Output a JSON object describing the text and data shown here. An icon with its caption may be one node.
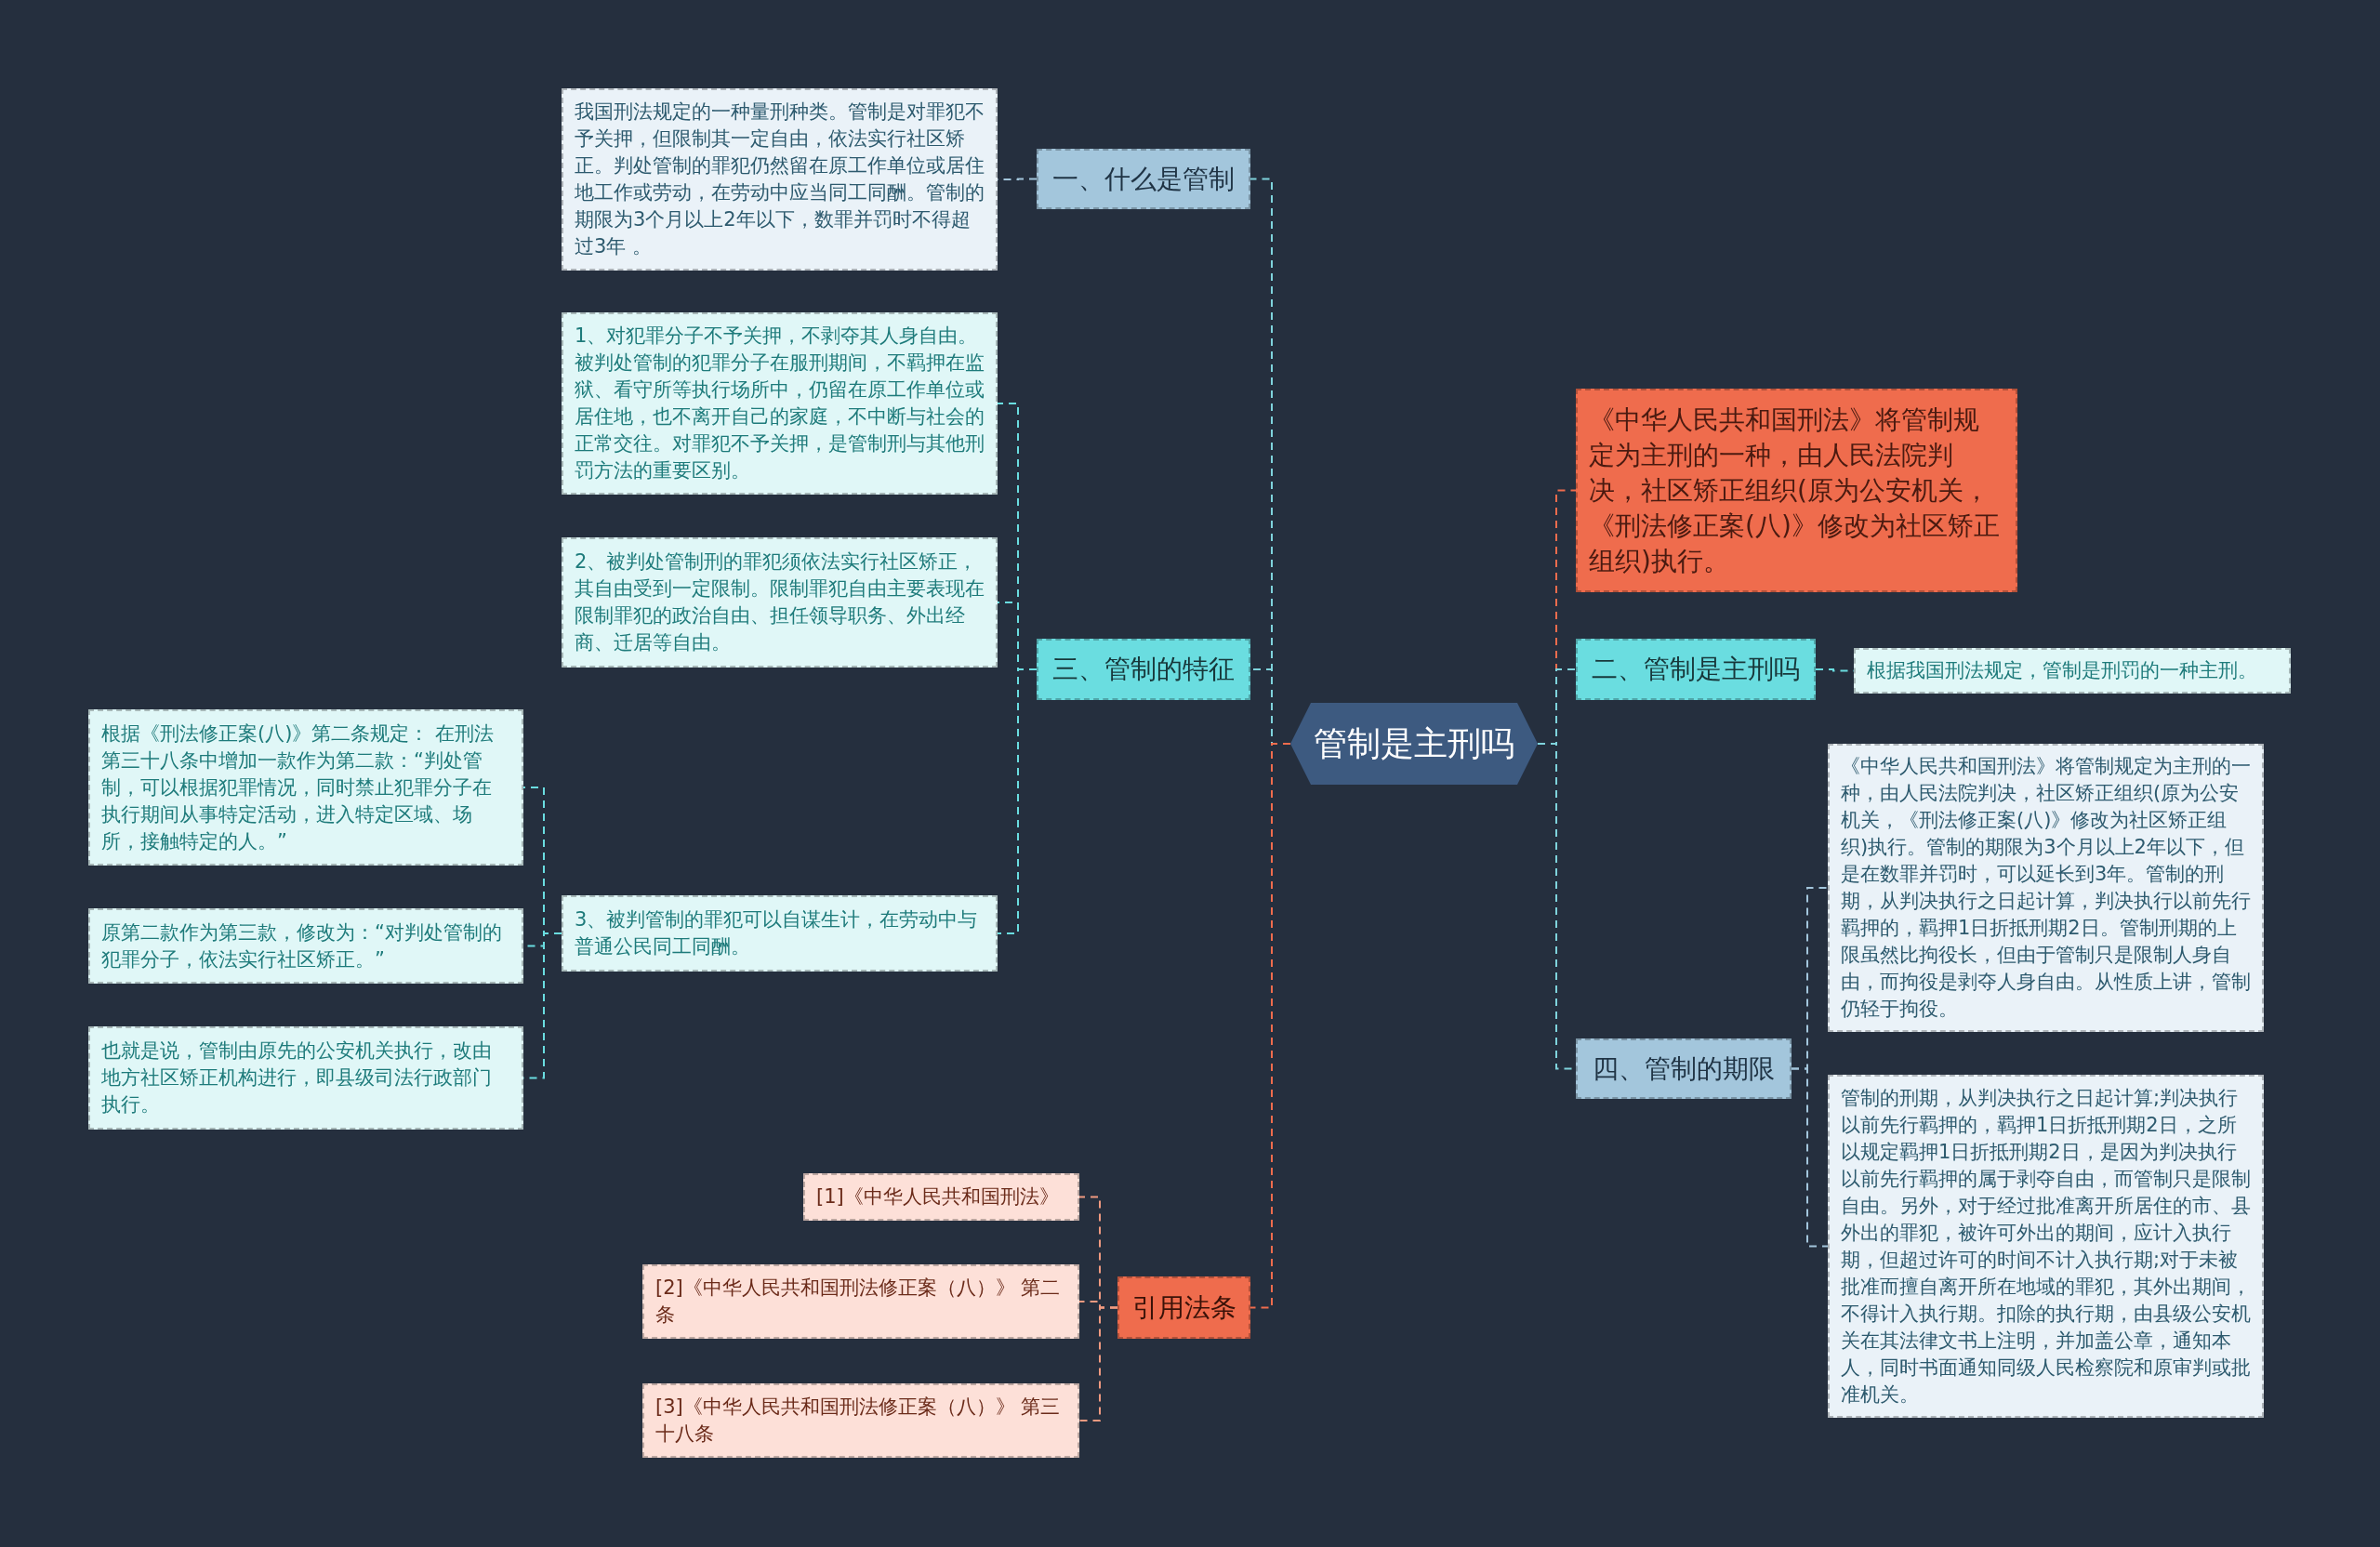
{
  "diagram": {
    "nodes": [
      {
        "text": [
          "管制是主刑吗"
        ]
      },
      {
        "text": [
          "一、什么是管制"
        ]
      },
      {
        "text": [
          "我国刑法规定的一种量刑种类。管制是对罪犯不予关押，但限制其一定自由，依法实行社区矫正。判处管制的罪犯仍然留在原工作单位或居住地工作或劳动，在劳动中应当同工同酬。管制的期限为3个月以上2年以下，数罪并罚时不得超过3年 。"
        ]
      },
      {
        "text": [
          "三、管制的特征"
        ]
      },
      {
        "text": [
          "1、对犯罪分子不予关押，不剥夺其人身自由。被判处管制的犯罪分子在服刑期间，不羁押在监狱、看守所等执行场所中，仍留在原工作单位或居住地，也不离开自己的家庭，不中断与社会的正常交往。对罪犯不予关押，是管制刑与其他刑罚方法的重要区别。"
        ]
      },
      {
        "text": [
          "2、被判处管制刑的罪犯须依法实行社区矫正，其自由受到一定限制。限制罪犯自由主要表现在限制罪犯的政治自由、担任领导职务、外出经商、迁居等自由。"
        ]
      },
      {
        "text": [
          "3、被判管制的罪犯可以自谋生计，在劳动中与普通公民同工同酬。"
        ]
      },
      {
        "text": [
          "根据《刑法修正案(八)》第二条规定： 在刑法第三十八条中增加一款作为第二款：“判处管制，可以根据犯罪情况，同时禁止犯罪分子在执行期间从事特定活动，进入特定区域、场所，接触特定的人。”"
        ]
      },
      {
        "text": [
          "原第二款作为第三款，修改为：“对判处管制的犯罪分子，依法实行社区矫正。”"
        ]
      },
      {
        "text": [
          "也就是说，管制由原先的公安机关执行，改由地方社区矫正机构进行，即县级司法行政部门执行。"
        ]
      },
      {
        "text": [
          "引用法条"
        ]
      },
      {
        "text": [
          "[1]《中华人民共和国刑法》"
        ]
      },
      {
        "text": [
          "[2]《中华人民共和国刑法修正案（八）》 第二条"
        ]
      },
      {
        "text": [
          "[3]《中华人民共和国刑法修正案（八）》 第三十八条"
        ]
      },
      {
        "text": [
          "《中华人民共和国刑法》将管制规定为主刑的一种，由人民法院判决，社区矫正组织(原为公安机关，《刑法修正案(八)》修改为社区矫正组织)执行。"
        ]
      },
      {
        "text": [
          "二、管制是主刑吗"
        ]
      },
      {
        "text": [
          "根据我国刑法规定，管制是刑罚的一种主刑。"
        ]
      },
      {
        "text": [
          "四、管制的期限"
        ]
      },
      {
        "text": [
          "《中华人民共和国刑法》将管制规定为主刑的一种，由人民法院判决，社区矫正组织(原为公安机关，《刑法修正案(八)》修改为社区矫正组织)执行。管制的期限为3个月以上2年以下，但是在数罪并罚时，可以延长到3年。管制的刑期，从判决执行之日起计算，判决执行以前先行羁押的，羁押1日折抵刑期2日。管制刑期的上限虽然比拘役长，但由于管制只是限制人身自由，而拘役是剥夺人身自由。从性质上讲，管制仍轻于拘役。"
        ]
      },
      {
        "text": [
          "管制的刑期，从判决执行之日起计算;判决执行以前先行羁押的，羁押1日折抵刑期2日，之所以规定羁押1日折抵刑期2日，是因为判决执行以前先行羁押的属于剥夺自由，而管制只是限制自由。另外，对于经过批准离开所居住的市、县外出的罪犯，被许可外出的期间，应计入执行期，但超过许可的时间不计入执行期;对于未被批准而擅自离开所在地域的罪犯，其外出期间，不得计入执行期。扣除的执行期，由县级公安机关在其法律文书上注明，并加盖公章，通知本人，同时书面通知同级人民检察院和原审判或批准机关。"
        ]
      }
    ],
    "edges": [
      {
        "from": 0,
        "to": 1,
        "arrow": "none",
        "style": "dashed",
        "color": "#7fd3dc"
      },
      {
        "from": 1,
        "to": 2,
        "arrow": "none",
        "style": "dashed",
        "color": "#a3c6dc"
      },
      {
        "from": 0,
        "to": 3,
        "arrow": "none",
        "style": "dashed",
        "color": "#7fd3dc"
      },
      {
        "from": 3,
        "to": 4,
        "arrow": "none",
        "style": "dashed",
        "color": "#6adde0"
      },
      {
        "from": 3,
        "to": 5,
        "arrow": "none",
        "style": "dashed",
        "color": "#6adde0"
      },
      {
        "from": 3,
        "to": 6,
        "arrow": "none",
        "style": "dashed",
        "color": "#6adde0"
      },
      {
        "from": 6,
        "to": 7,
        "arrow": "none",
        "style": "dashed",
        "color": "#6adde0"
      },
      {
        "from": 6,
        "to": 8,
        "arrow": "none",
        "style": "dashed",
        "color": "#6adde0"
      },
      {
        "from": 6,
        "to": 9,
        "arrow": "none",
        "style": "dashed",
        "color": "#6adde0"
      },
      {
        "from": 0,
        "to": 10,
        "arrow": "none",
        "style": "dashed",
        "color": "#ef6c4d"
      },
      {
        "from": 10,
        "to": 11,
        "arrow": "none",
        "style": "dashed",
        "color": "#f09a80"
      },
      {
        "from": 10,
        "to": 12,
        "arrow": "none",
        "style": "dashed",
        "color": "#f09a80"
      },
      {
        "from": 10,
        "to": 13,
        "arrow": "none",
        "style": "dashed",
        "color": "#f09a80"
      },
      {
        "from": 0,
        "to": 14,
        "arrow": "none",
        "style": "dashed",
        "color": "#ef6c4d"
      },
      {
        "from": 0,
        "to": 15,
        "arrow": "none",
        "style": "dashed",
        "color": "#7fd3dc"
      },
      {
        "from": 15,
        "to": 16,
        "arrow": "none",
        "style": "dashed",
        "color": "#6adde0"
      },
      {
        "from": 0,
        "to": 17,
        "arrow": "none",
        "style": "dashed",
        "color": "#7fd3dc"
      },
      {
        "from": 17,
        "to": 18,
        "arrow": "none",
        "style": "dashed",
        "color": "#a3c6dc"
      },
      {
        "from": 17,
        "to": 19,
        "arrow": "none",
        "style": "dashed",
        "color": "#a3c6dc"
      }
    ]
  }
}
